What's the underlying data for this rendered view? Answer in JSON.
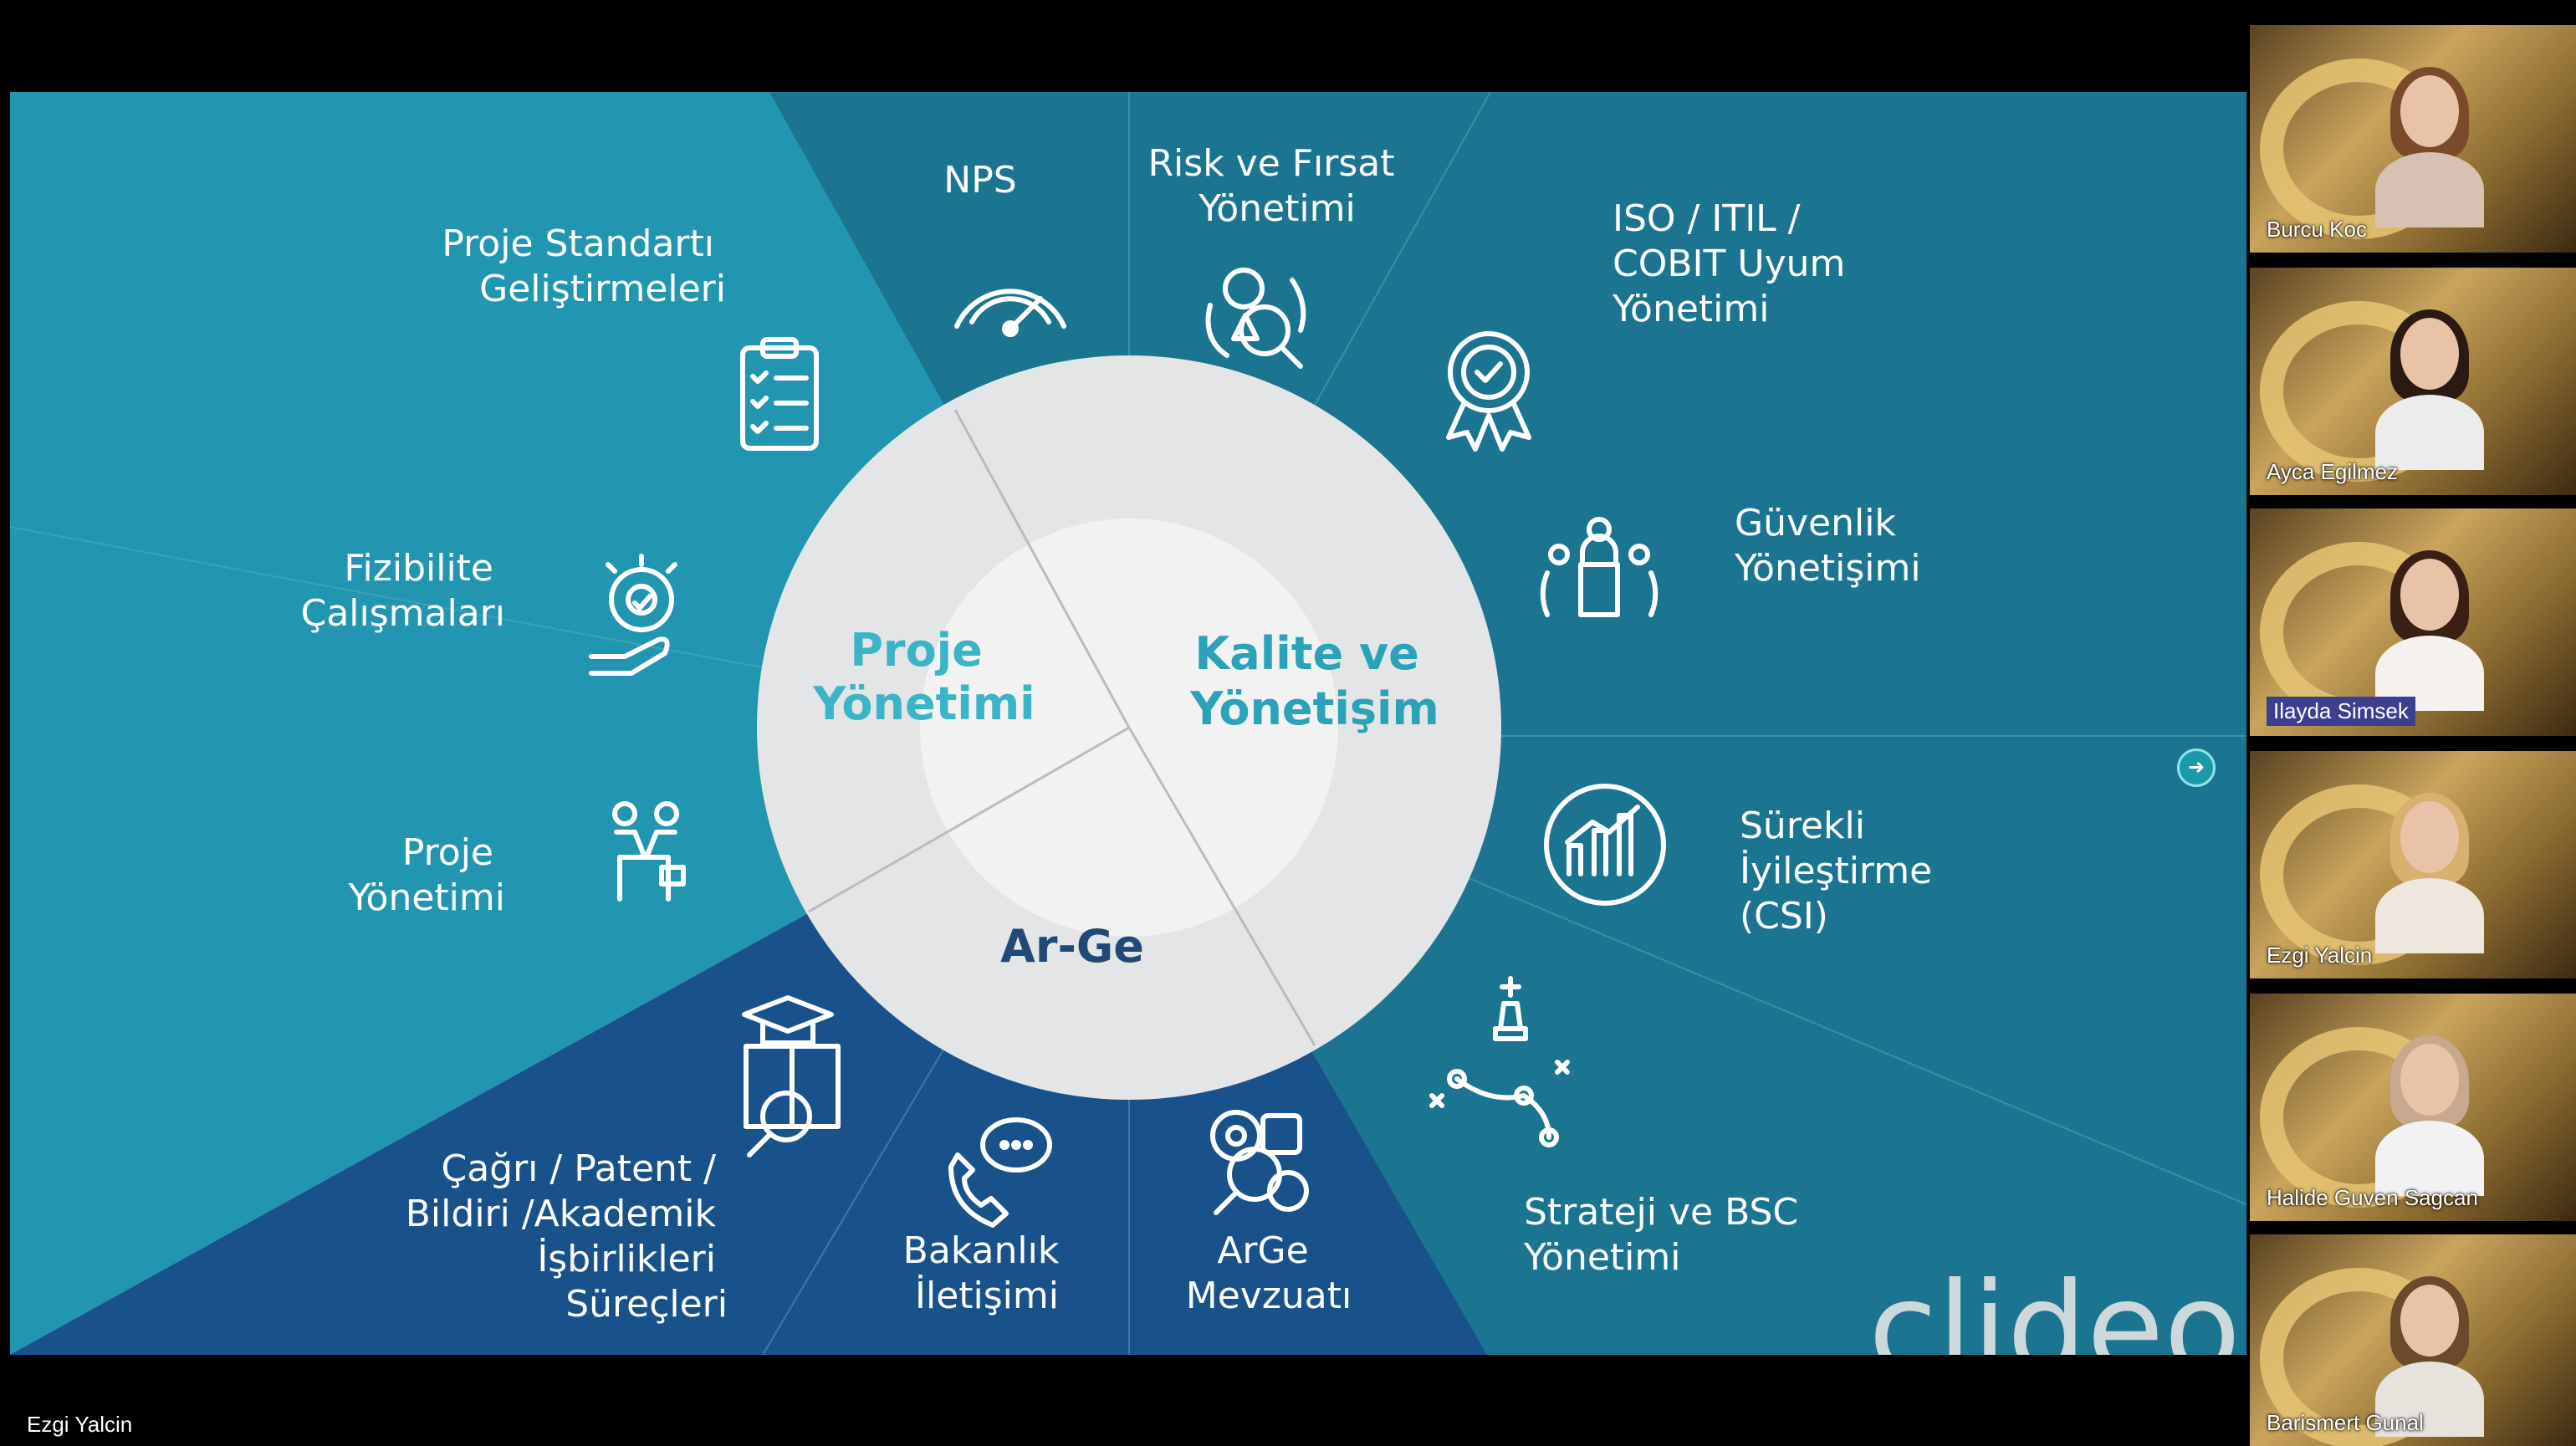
{
  "slide": {
    "center": {
      "proje": [
        "Proje",
        "Yönetimi"
      ],
      "kalite": [
        "Kalite ve",
        "Yönetişim"
      ],
      "arge": "Ar-Ge"
    },
    "items": {
      "nps": [
        "NPS"
      ],
      "risk": [
        "Risk ve Fırsat",
        "Yönetimi"
      ],
      "iso": [
        "ISO / ITIL /",
        "COBIT Uyum",
        "Yönetimi"
      ],
      "guvenlik": [
        "Güvenlik",
        "Yönetişimi"
      ],
      "surekli": [
        "Sürekli",
        "İyileştirme",
        "(CSI)"
      ],
      "strateji": [
        "Strateji ve BSC",
        "Yönetimi"
      ],
      "arge_mevzuat": [
        "ArGe",
        "Mevzuatı"
      ],
      "bakanlik": [
        "Bakanlık",
        "İletişimi"
      ],
      "cagri": [
        "Çağrı / Patent /",
        "Bildiri /Akademik",
        "İşbirlikleri",
        "Süreçleri"
      ],
      "proje_yonetimi": [
        "Proje",
        "Yönetimi"
      ],
      "fizibilite": [
        "Fizibilite",
        "Çalışmaları"
      ],
      "proje_standarti": [
        "Proje Standartı",
        "Geliştirmeleri"
      ]
    },
    "watermark": "clideo.com",
    "colors": {
      "light_teal": "#2296b0",
      "mid_teal": "#1b7590",
      "dark_blue": "#19528a",
      "center_teal_text": "#3ab4c6",
      "center_dark_text": "#1f4a78"
    }
  },
  "speaker": {
    "name": "Ezgi Yalcin"
  },
  "participants": [
    {
      "name": "Burcu Koc",
      "highlighted": false
    },
    {
      "name": "Ayca Egilmez",
      "highlighted": false
    },
    {
      "name": "Ilayda Simsek",
      "highlighted": true
    },
    {
      "name": "Ezgi Yalcin",
      "highlighted": false
    },
    {
      "name": "Halide Guven Sagcan",
      "highlighted": false
    },
    {
      "name": "Barismert Gunal",
      "highlighted": false
    }
  ],
  "icons": [
    "speedometer-icon",
    "risk-search-icon",
    "award-badge-icon",
    "security-governance-icon",
    "continuous-improvement-icon",
    "chess-strategy-icon",
    "regulation-search-icon",
    "phone-chat-icon",
    "book-research-icon",
    "handshake-icon",
    "settings-hand-icon",
    "clipboard-checklist-icon",
    "arrow-right-icon"
  ]
}
